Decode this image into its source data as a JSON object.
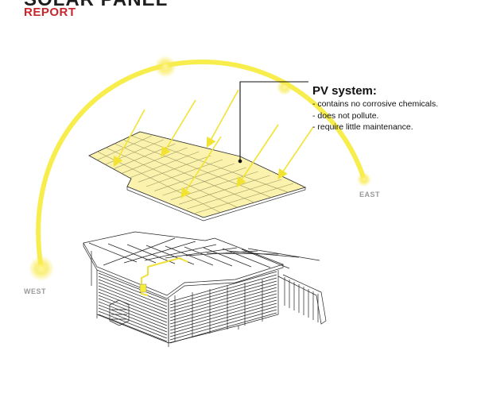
{
  "header": {
    "title": "SOLAR PANEL",
    "subtitle": "REPORT"
  },
  "sun_path": {
    "west_label": "WEST",
    "east_label": "EAST"
  },
  "callout": {
    "title": "PV system:",
    "items": [
      "- contains no corrosive chemicals.",
      "- does not pollute.",
      "- require little maintenance."
    ]
  },
  "colors": {
    "title": "#1e1e1e",
    "subtitle": "#c9262c",
    "sun": "#f6ec3a",
    "panel": "#fbf3ad",
    "label": "#9a9a9a"
  }
}
